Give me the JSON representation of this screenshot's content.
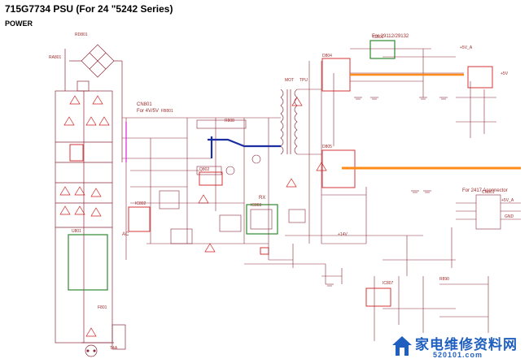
{
  "header": {
    "title": "715G7734 PSU (For 24 \"5242 Series)",
    "subtitle": "POWER"
  },
  "annotations": {
    "note_top": "For 29112/29132",
    "note_cnb": "CN801",
    "note_cnb2": "For 4V/5V",
    "note_connector": "For 2417  Aconnector",
    "note_bottom": "AC",
    "note_rx": "RX"
  },
  "watermark": {
    "text": "家电维修资料网",
    "url": "520101.com"
  },
  "colors": {
    "wire": "#8a2a3a",
    "label": "#9c2a2a",
    "highlight_green": "#2f8a2f",
    "highlight_red": "#d02020",
    "bus_orange": "#ff8c1a",
    "bus_blue": "#1c2fa0",
    "magenta": "#e020e0",
    "watermark": "#1f5fbf"
  }
}
